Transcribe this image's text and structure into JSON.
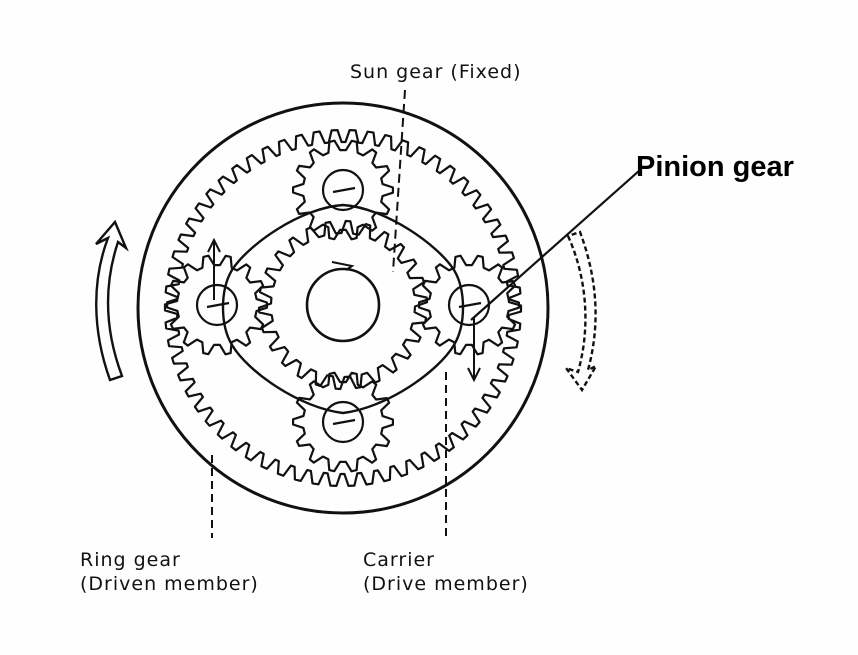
{
  "labels": {
    "sun_gear": "Sun gear (Fixed)",
    "pinion_gear": "Pinion gear",
    "ring_gear": [
      "Ring gear",
      "(Driven member)"
    ],
    "carrier": [
      "Carrier",
      "(Drive member)"
    ]
  },
  "colors": {
    "ink": "#111111",
    "background": "#fefefe"
  }
}
